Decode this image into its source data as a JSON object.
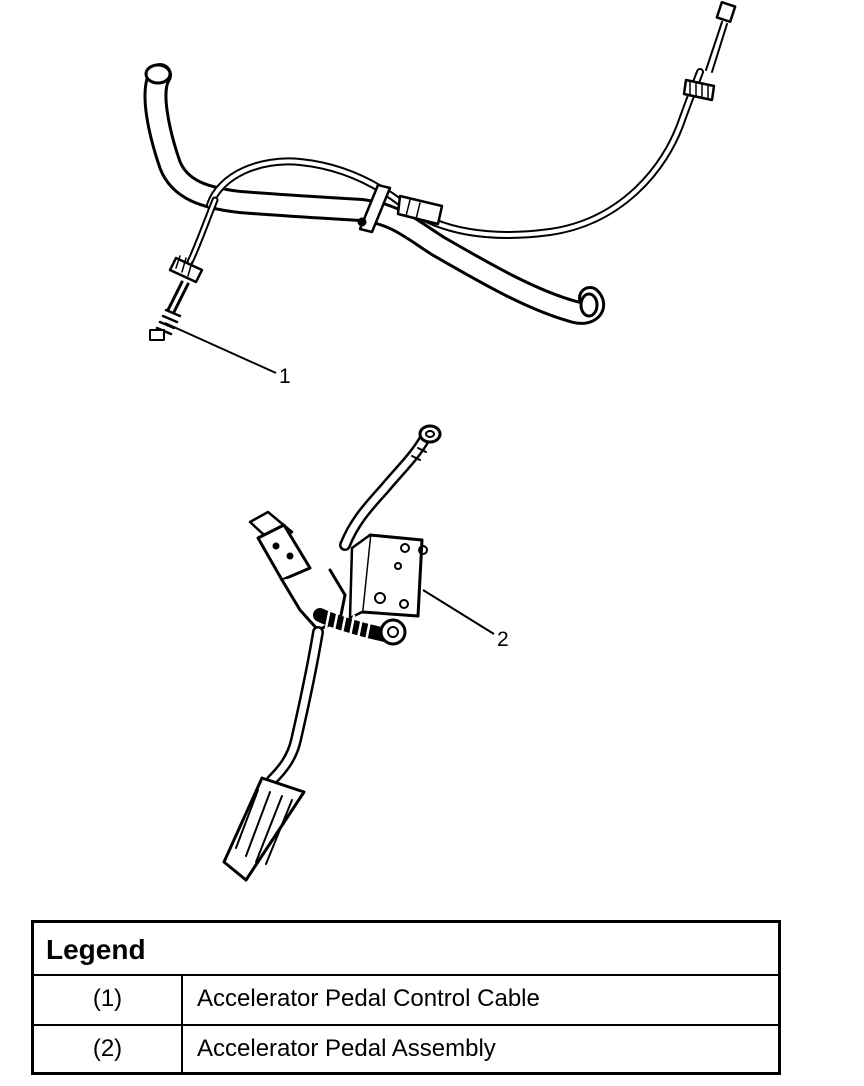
{
  "callouts": [
    {
      "id": "1",
      "label": "1"
    },
    {
      "id": "2",
      "label": "2"
    }
  ],
  "legend": {
    "title": "Legend",
    "rows": [
      {
        "number": "(1)",
        "description": "Accelerator Pedal Control Cable"
      },
      {
        "number": "(2)",
        "description": "Accelerator Pedal Assembly"
      }
    ]
  },
  "icons": [
    "accelerator-cable-illustration",
    "accelerator-pedal-illustration"
  ]
}
